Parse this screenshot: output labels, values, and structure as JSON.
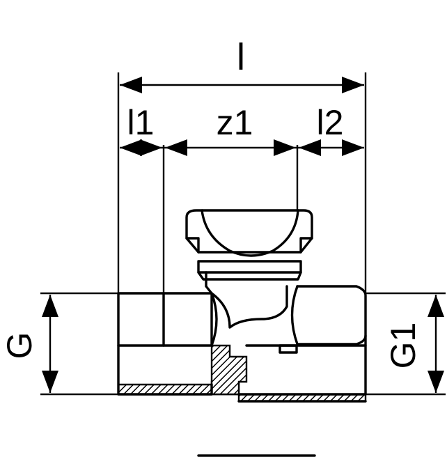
{
  "dimensions": {
    "l": "l",
    "l1": "l1",
    "z1": "z1",
    "l2": "l2",
    "g": "G",
    "g1": "G1"
  },
  "colors": {
    "line": "#000000",
    "background": "#ffffff",
    "hatch": "#000000"
  }
}
